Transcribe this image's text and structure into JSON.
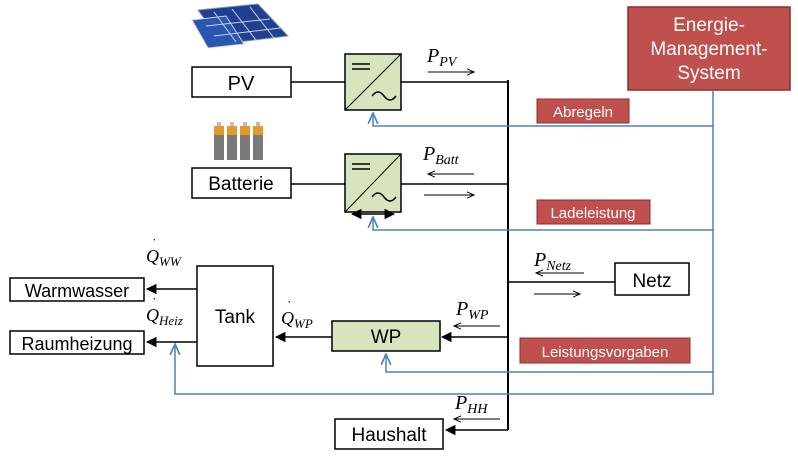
{
  "colors": {
    "ems_fill": "#c0504d",
    "badge_fill": "#c0504d",
    "converter_fill": "#d7e4bd",
    "signal_line": "#4f81bd",
    "wp_fill": "#d7e4bd"
  },
  "ems": {
    "label_line1": "Energie-",
    "label_line2": "Management-",
    "label_line3": "System"
  },
  "blocks": {
    "pv": "PV",
    "batterie": "Batterie",
    "netz": "Netz",
    "tank": "Tank",
    "wp": "WP",
    "haushalt": "Haushalt",
    "warmwasser": "Warmwasser",
    "raumheizung": "Raumheizung"
  },
  "signals": {
    "abregeln": "Abregeln",
    "ladeleistung": "Ladeleistung",
    "leistungsvorgaben": "Leistungsvorgaben"
  },
  "flows": {
    "p_pv": {
      "base": "P",
      "sub": "PV"
    },
    "p_batt": {
      "base": "P",
      "sub": "Batt"
    },
    "p_netz": {
      "base": "P",
      "sub": "Netz"
    },
    "p_wp": {
      "base": "P",
      "sub": "WP"
    },
    "p_hh": {
      "base": "P",
      "sub": "HH"
    },
    "q_ww": {
      "base": "Q",
      "sub": "WW"
    },
    "q_heiz": {
      "base": "Q",
      "sub": "Heiz"
    },
    "q_wp": {
      "base": "Q",
      "sub": "WP"
    }
  },
  "icons": {
    "solar_panel": "solar-panel-icon",
    "batteries": "batteries-icon",
    "dc_ac_converter": "dc-ac-converter-icon"
  }
}
